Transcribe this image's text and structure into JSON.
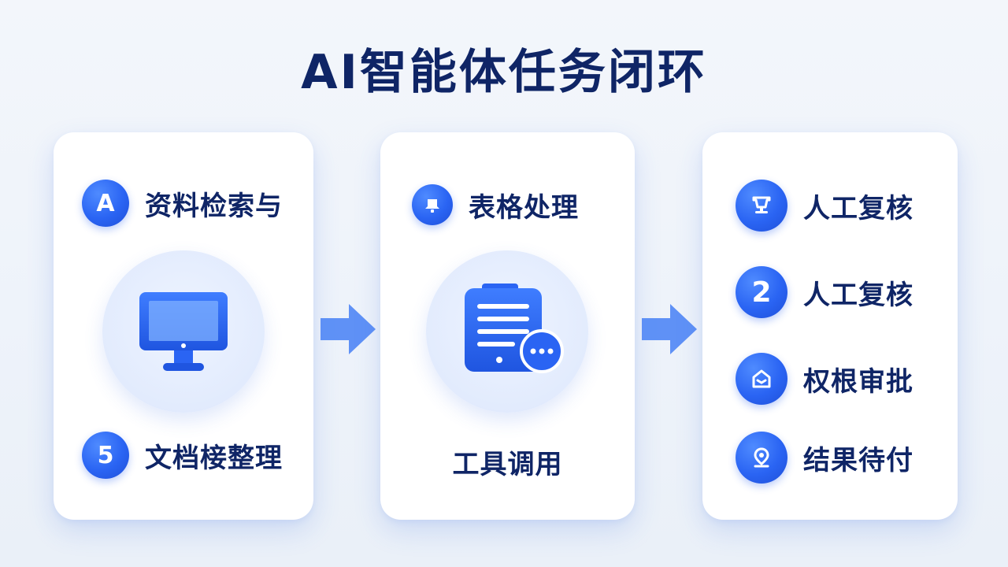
{
  "title": "AI智能体任务闭环",
  "card1": {
    "top_badge": "A",
    "top_label": "资料检索与",
    "bottom_badge": "5",
    "bottom_label": "文档椄整理",
    "center_icon": "monitor-icon"
  },
  "card2": {
    "top_badge_icon": "bell-icon",
    "top_label": "表格处理",
    "center_icon": "clipboard-chat-icon",
    "bottom_label": "工具调用"
  },
  "card3": {
    "items": [
      {
        "badge": "",
        "icon": "monitor-stand-icon",
        "label": "人工复核"
      },
      {
        "badge": "2",
        "icon": "",
        "label": "人工复核"
      },
      {
        "badge": "",
        "icon": "home-check-icon",
        "label": "权根审批"
      },
      {
        "badge": "",
        "icon": "location-pin-icon",
        "label": "结果待付"
      }
    ]
  },
  "colors": {
    "accent": "#2a64f3",
    "title": "#0f2566",
    "arrow": "#4f86f5"
  }
}
